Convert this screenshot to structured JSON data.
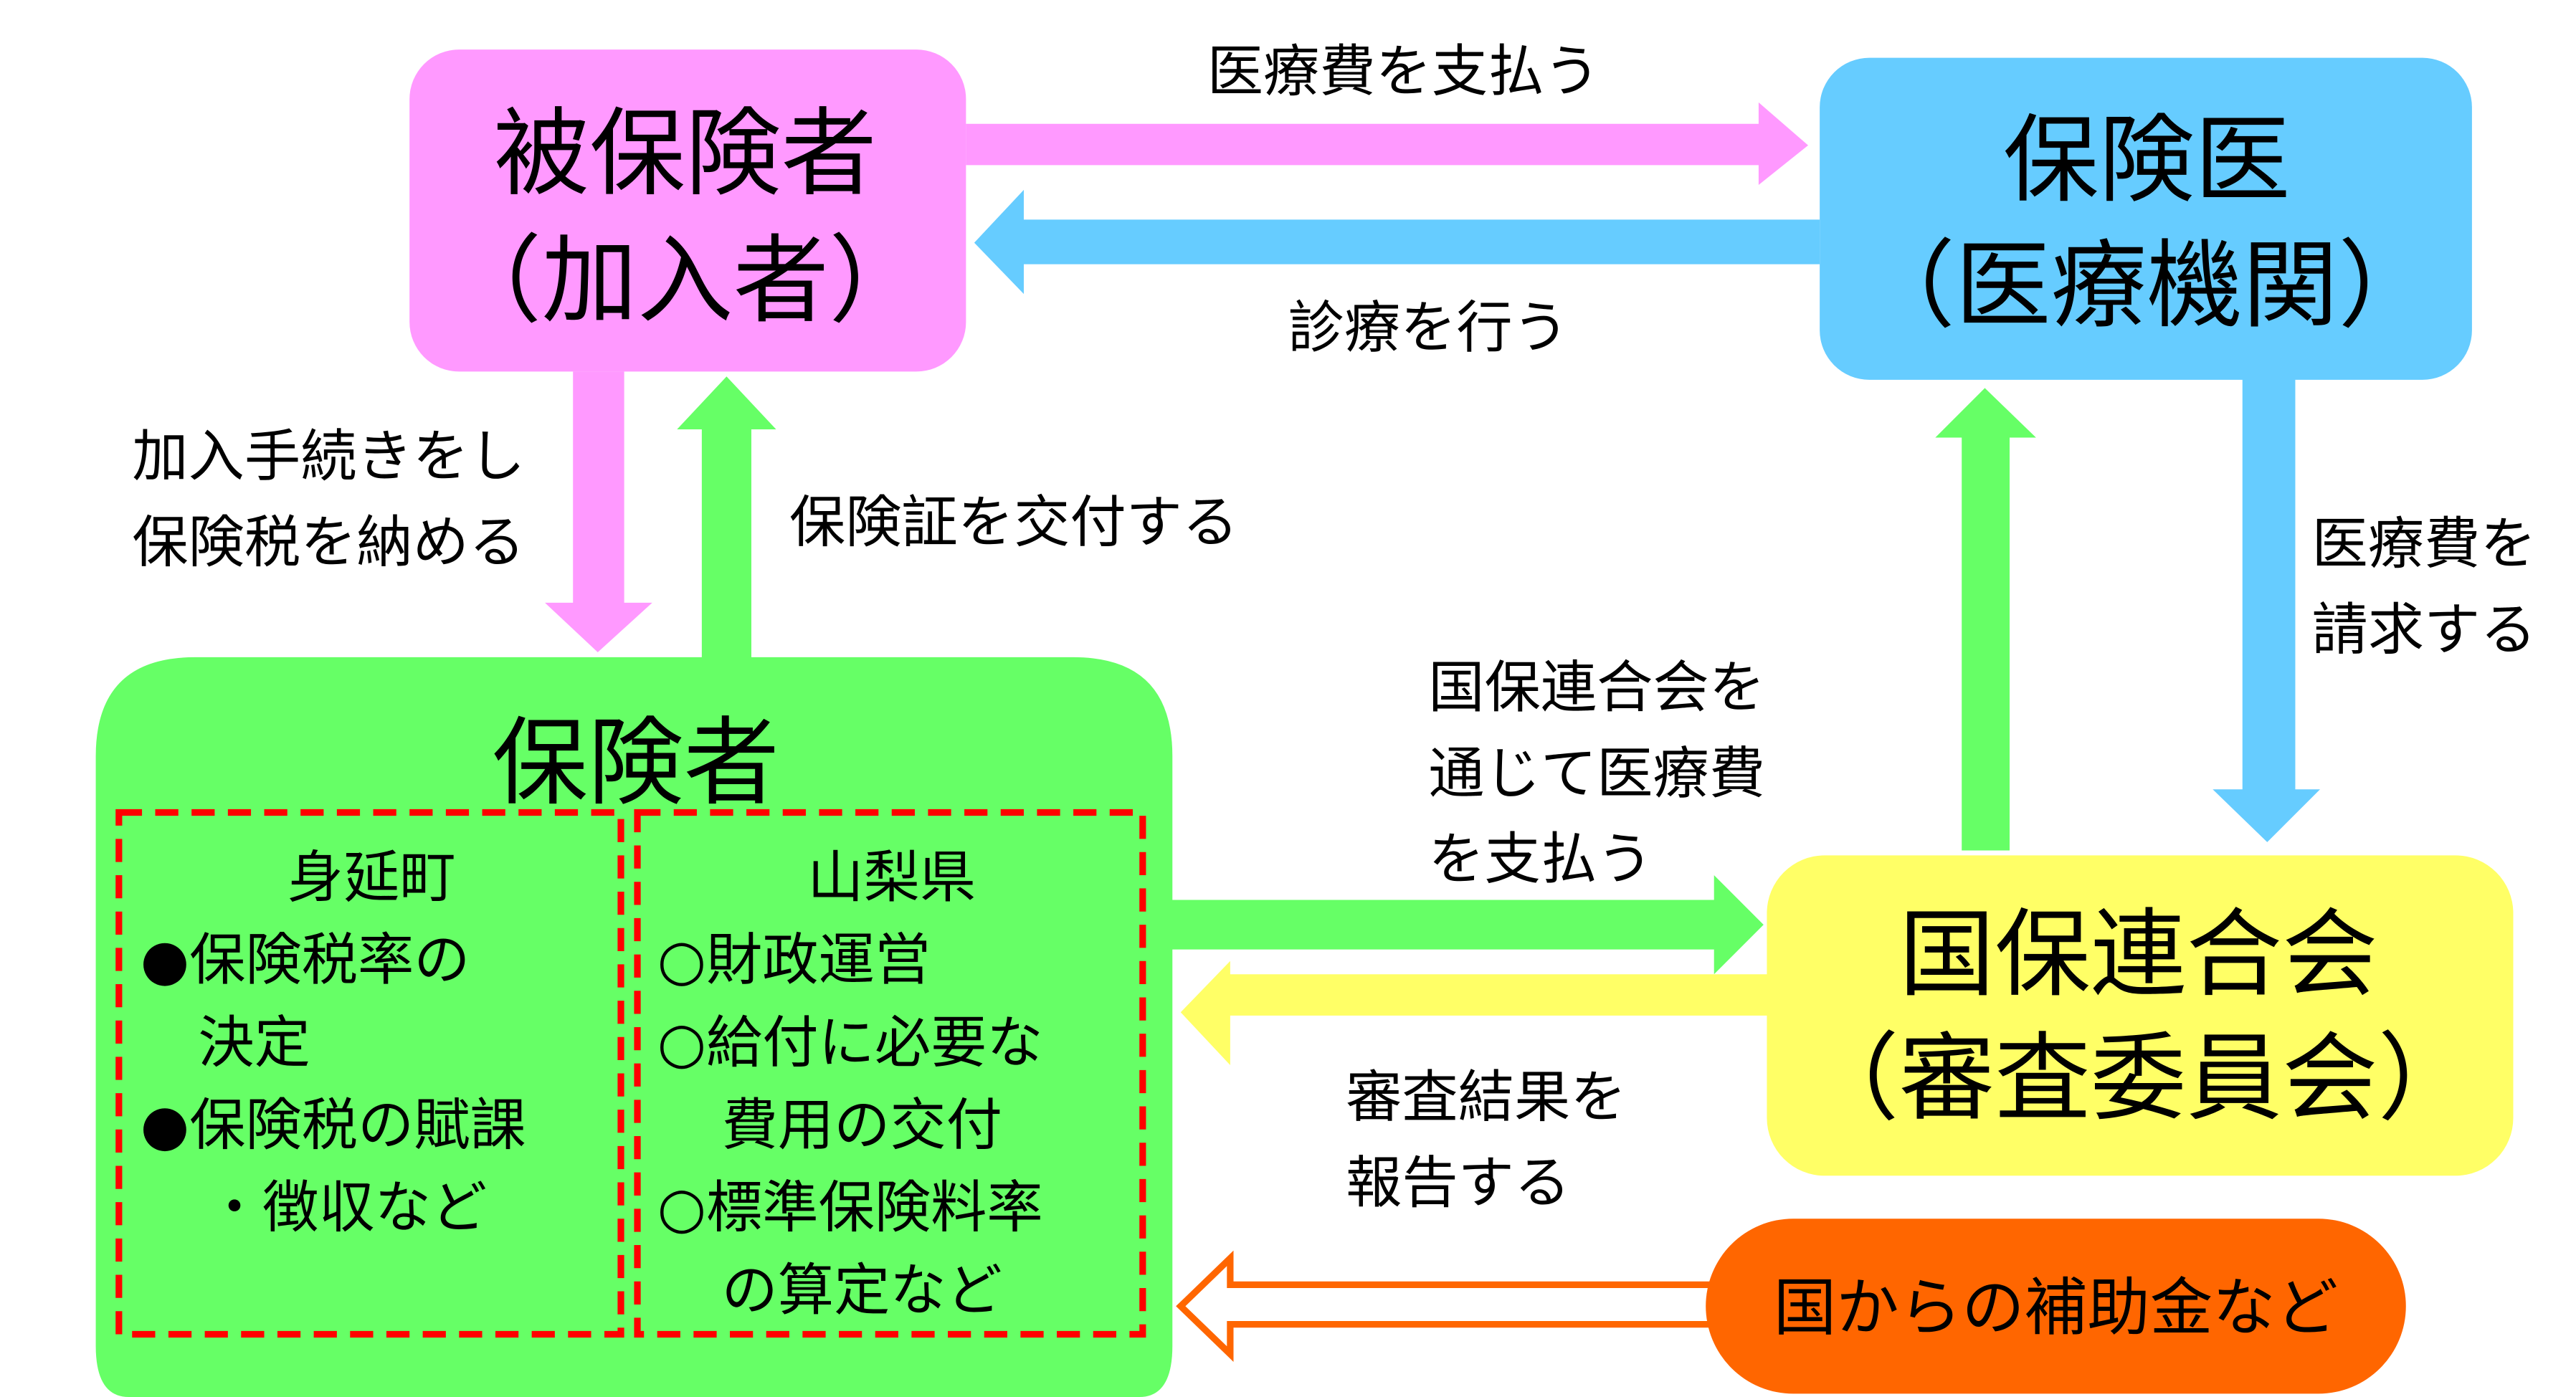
{
  "colors": {
    "insured": "#ff99ff",
    "doctor": "#66ccff",
    "insurer": "#66ff66",
    "federation": "#ffff66",
    "national": "#ff6600",
    "dashed": "#ff0000"
  },
  "insured": {
    "line1": "被保険者",
    "line2": "（加入者）"
  },
  "doctor": {
    "line1": "保険医",
    "line2": "（医療機関）"
  },
  "insurer": {
    "title": "保険者",
    "town": {
      "title": "身延町",
      "lines": [
        "●保険税率の",
        "決定",
        "●保険税の賦課",
        "・徴収など"
      ]
    },
    "prefecture": {
      "title": "山梨県",
      "lines": [
        "○財政運営",
        "○給付に必要な",
        "費用の交付",
        "○標準保険料率",
        "の算定など"
      ]
    }
  },
  "federation": {
    "line1": "国保連合会",
    "line2": "（審査委員会）"
  },
  "national": {
    "label": "国からの補助金など"
  },
  "arrows": {
    "pay_medical": "医療費を支払う",
    "treatment": "診療を行う",
    "enroll": [
      "加入手続きをし",
      "保険税を納める"
    ],
    "card": "保険証を交付する",
    "claim": [
      "医療費を",
      "請求する"
    ],
    "via_federation": [
      "国保連合会を",
      "通じて医療費",
      "を支払う"
    ],
    "report": [
      "審査結果を",
      "報告する"
    ]
  }
}
